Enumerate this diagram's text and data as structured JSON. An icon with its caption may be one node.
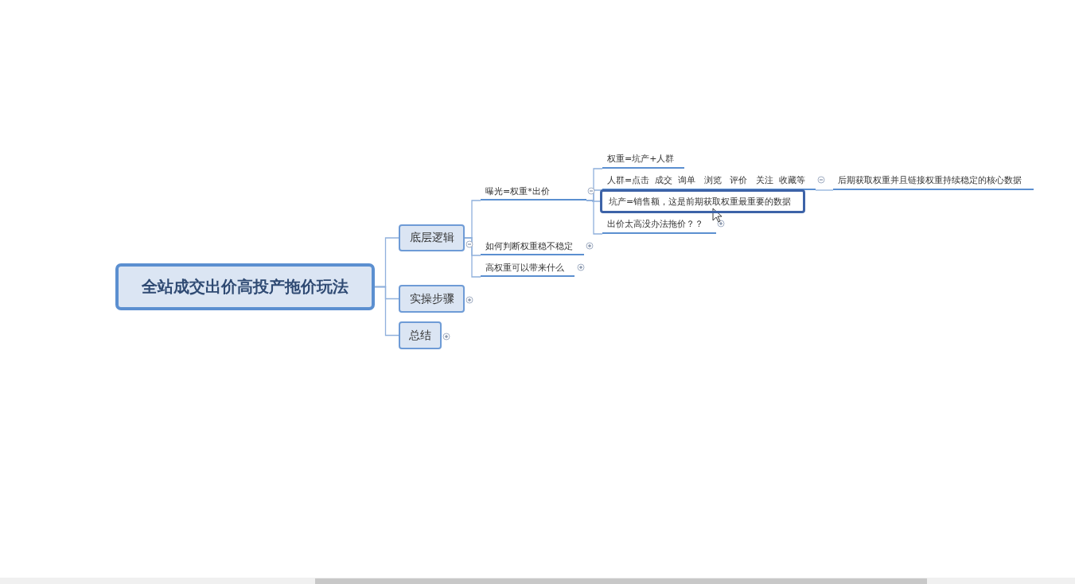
{
  "diagram": {
    "nodes": [
      {
        "text": [
          "全站成交出价高投产拖价玩法"
        ]
      },
      {
        "text": [
          "底层逻辑"
        ]
      },
      {
        "text": [
          "实操步骤"
        ]
      },
      {
        "text": [
          "总结"
        ]
      },
      {
        "text": [
          "曝光=权重*出价"
        ]
      },
      {
        "text": [
          "如何判断权重稳不稳定"
        ]
      },
      {
        "text": [
          "高权重可以带来什么"
        ]
      },
      {
        "text": [
          "权重=坑产+人群"
        ]
      },
      {
        "text": [
          "人群=点击  成交  询单   浏览   评价   关注  收藏等"
        ]
      },
      {
        "text": [
          "坑产=销售额，这是前期获取权重最重要的数据"
        ]
      },
      {
        "text": [
          "出价太高没办法拖价？？"
        ]
      },
      {
        "text": [
          "后期获取权重并且链接权重持续稳定的核心数据"
        ]
      }
    ],
    "edges": [
      {
        "from": 0,
        "to": 1,
        "arrow": "none"
      },
      {
        "from": 0,
        "to": 2,
        "arrow": "none"
      },
      {
        "from": 0,
        "to": 3,
        "arrow": "none"
      },
      {
        "from": 1,
        "to": 4,
        "arrow": "none"
      },
      {
        "from": 1,
        "to": 5,
        "arrow": "none"
      },
      {
        "from": 1,
        "to": 6,
        "arrow": "none"
      },
      {
        "from": 4,
        "to": 7,
        "arrow": "none"
      },
      {
        "from": 4,
        "to": 8,
        "arrow": "none"
      },
      {
        "from": 4,
        "to": 9,
        "arrow": "none"
      },
      {
        "from": 4,
        "to": 10,
        "arrow": "none"
      },
      {
        "from": 8,
        "to": 11,
        "arrow": "none"
      }
    ]
  }
}
